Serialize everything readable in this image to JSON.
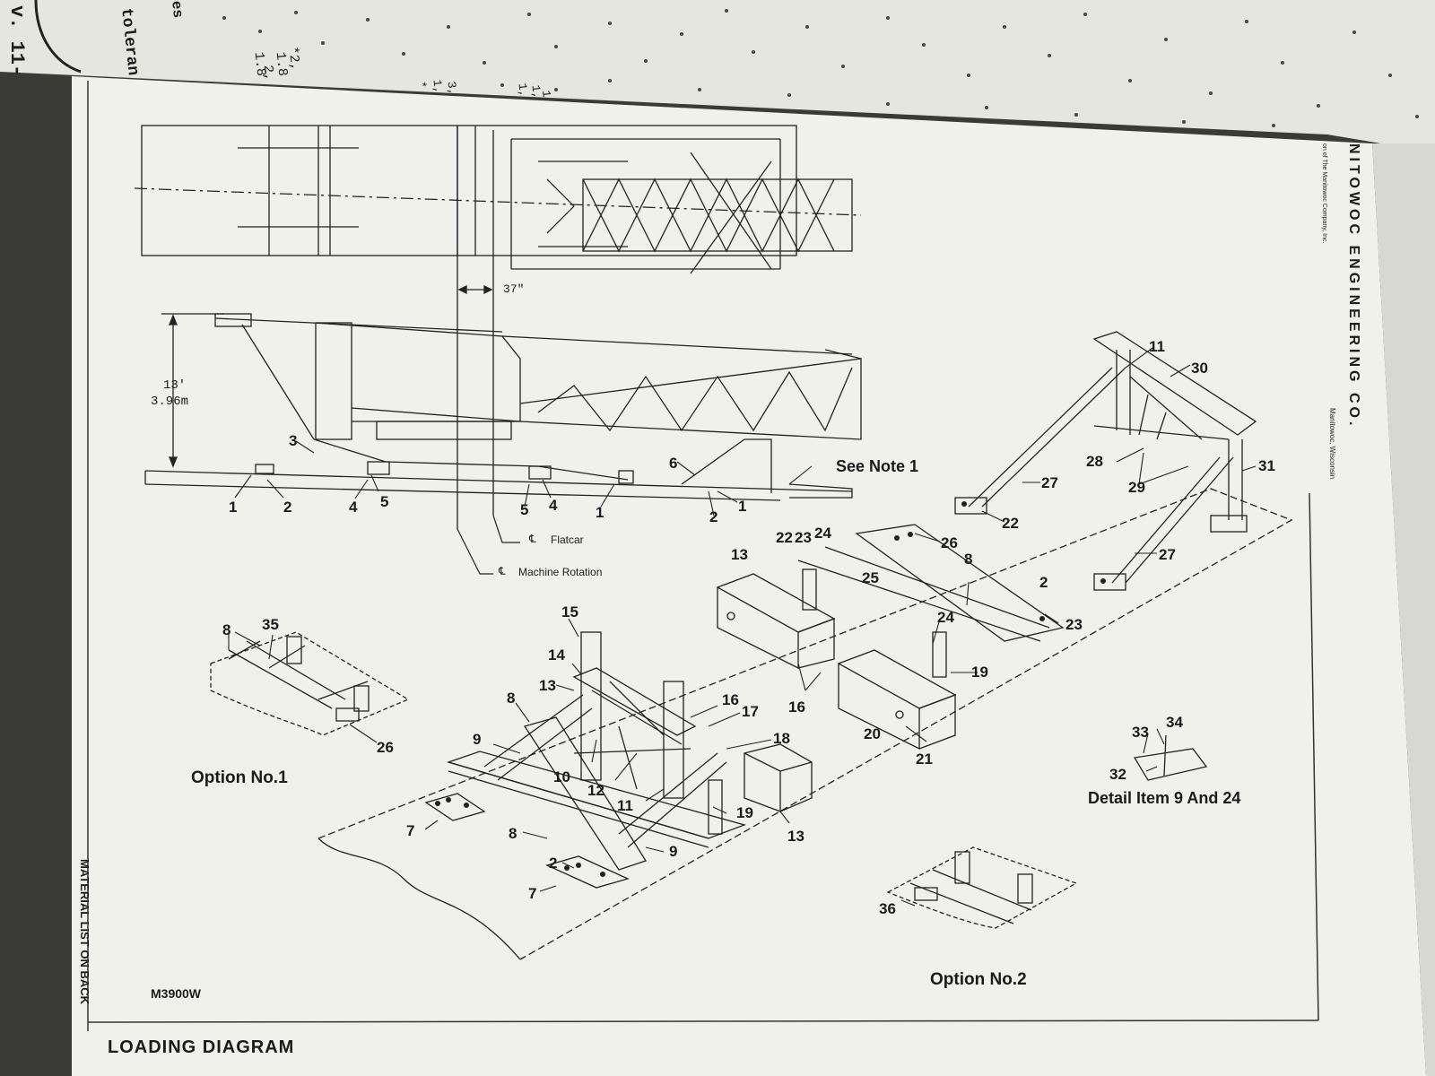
{
  "header": {
    "company": "NITOWOC ENGINEERING CO.",
    "division": "on of The Manitowoc Company, Inc.",
    "location": "Manitowoc, Wisconsin"
  },
  "prev_page": {
    "rev": "v. 11-",
    "toleranc": "toleran",
    "es": "es",
    "lines": [
      "1.8",
      "1.8",
      "*2,",
      "2,",
      "3,",
      "1,",
      "*",
      "1,",
      "1",
      "1,"
    ]
  },
  "dimensions": {
    "width": "37\"",
    "height_ft": "13'",
    "height_m": "3.96m"
  },
  "centerlines": {
    "flatcar": "Flatcar",
    "rotation": "Machine Rotation",
    "symbol": "℄"
  },
  "notes": {
    "see_note": "See Note 1"
  },
  "options": {
    "option1": "Option No.1",
    "option2": "Option No.2",
    "detail": "Detail Item 9 And 24"
  },
  "footer": {
    "material_list": "MATERIAL LIST ON BACK",
    "model": "M3900W",
    "title": "LOADING DIAGRAM"
  },
  "callouts": {
    "c1a": "1",
    "c2a": "2",
    "c3": "3",
    "c4a": "4",
    "c5a": "5",
    "c5b": "5",
    "c4b": "4",
    "c1b": "1",
    "c6": "6",
    "c2b": "2",
    "c1c": "1",
    "c11a": "11",
    "c30": "30",
    "c28": "28",
    "c29": "29",
    "c31": "31",
    "c27a": "27",
    "c22a": "22",
    "c26a": "26",
    "c22b": "22",
    "c23a": "23",
    "c24a": "24",
    "c13a": "13",
    "c8a": "8",
    "c25": "25",
    "c2c": "2",
    "c23b": "23",
    "c27b": "27",
    "c24b": "24",
    "c19a": "19",
    "c16a": "16",
    "c20": "20",
    "c21": "21",
    "c15": "15",
    "c14": "14",
    "c13b": "13",
    "c8b": "8",
    "c16b": "16",
    "c17": "17",
    "c18": "18",
    "c9a": "9",
    "c10": "10",
    "c12": "12",
    "c11b": "11",
    "c19b": "19",
    "c13c": "13",
    "c7a": "7",
    "c8c": "8",
    "c9b": "9",
    "c2d": "2",
    "c7b": "7",
    "c8d": "8",
    "c35": "35",
    "c26b": "26",
    "c33": "33",
    "c34": "34",
    "c32": "32",
    "c36": "36"
  }
}
